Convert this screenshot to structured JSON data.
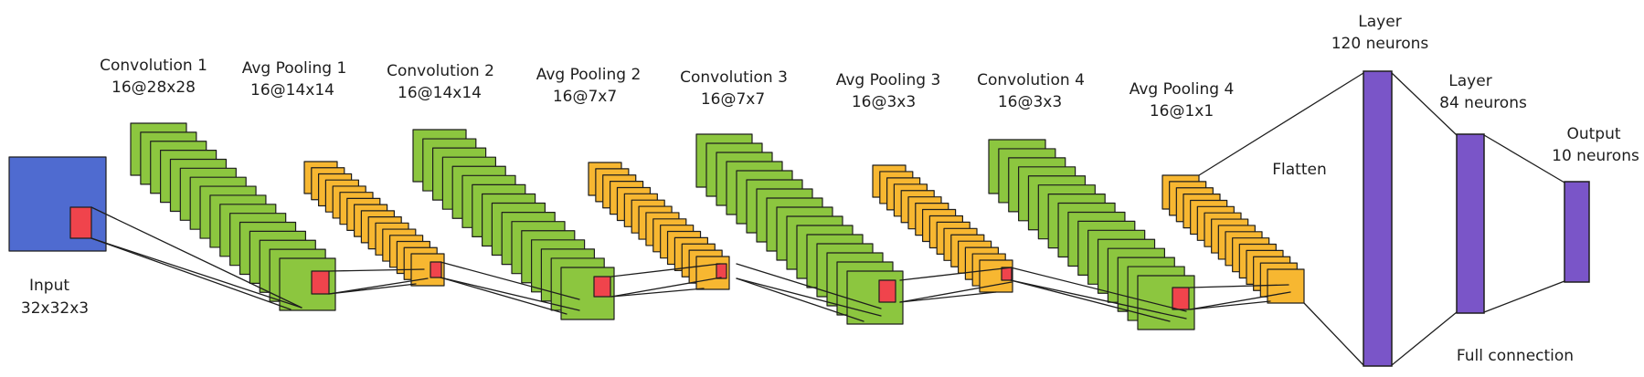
{
  "colors": {
    "input": "#4f6bd0",
    "conv": "#8cc63f",
    "pool": "#f7b731",
    "kernel": "#f0444c",
    "fc": "#7a55c8",
    "ink": "#1e1e1e"
  },
  "input": {
    "title": "Input",
    "shape": "32x32x3"
  },
  "stages": [
    {
      "kind": "conv",
      "title": "Convolution 1",
      "shape": "16@28x28",
      "maps": 16
    },
    {
      "kind": "pool",
      "title": "Avg Pooling 1",
      "shape": "16@14x14",
      "maps": 16
    },
    {
      "kind": "conv",
      "title": "Convolution 2",
      "shape": "16@14x14",
      "maps": 16
    },
    {
      "kind": "pool",
      "title": "Avg Pooling 2",
      "shape": "16@7x7",
      "maps": 16
    },
    {
      "kind": "conv",
      "title": "Convolution 3",
      "shape": "16@7x7",
      "maps": 16
    },
    {
      "kind": "pool",
      "title": "Avg Pooling 3",
      "shape": "16@3x3",
      "maps": 16
    },
    {
      "kind": "conv",
      "title": "Convolution 4",
      "shape": "16@3x3",
      "maps": 16
    },
    {
      "kind": "pool",
      "title": "Avg Pooling 4",
      "shape": "16@1x1",
      "maps": 16
    }
  ],
  "flatten_label": "Flatten",
  "dense": [
    {
      "title": "Layer",
      "size": "120 neurons"
    },
    {
      "title": "Layer",
      "size": "84 neurons"
    },
    {
      "title": "Output",
      "size": "10 neurons"
    }
  ],
  "fc_label": "Full connection"
}
